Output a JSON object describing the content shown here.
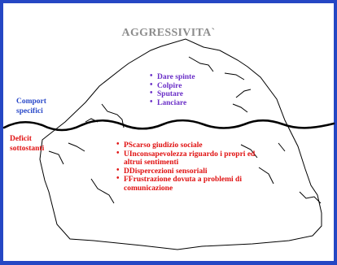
{
  "title": "AGGRESSIVITA`",
  "labels": {
    "above": [
      "Comport",
      "specifici"
    ],
    "below": [
      "Deficit",
      "sottostanti"
    ]
  },
  "visible_behaviors": [
    "Dare spinte",
    "Colpire",
    "Sputare",
    "Lanciare"
  ],
  "underlying_deficits": [
    "PScarso giudizio sociale",
    "UInconsapevolezza riguardo i  propri ed altrui sentimenti",
    "DDispercezioni sensoriali",
    "FFrustrazione dovuta a problemi di comunicazione"
  ],
  "colors": {
    "frame": "#2547c4",
    "title": "#8c8c8c",
    "above_text": "#6a2fc7",
    "below_text": "#e01010",
    "label_above": "#2a49c9"
  }
}
